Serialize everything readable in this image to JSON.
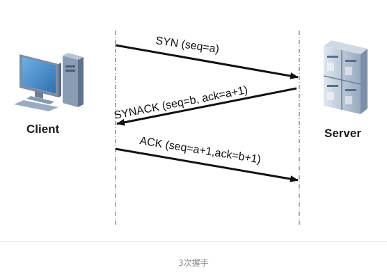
{
  "nodes": {
    "client": {
      "label": "Client",
      "icon": "desktop-computer-icon"
    },
    "server": {
      "label": "Server",
      "icon": "server-rack-icon"
    }
  },
  "messages": [
    {
      "label": "SYN (seq=a)",
      "direction": "client-to-server"
    },
    {
      "label": "SYNACK (seq=b, ack=a+1)",
      "direction": "server-to-client"
    },
    {
      "label": "ACK (seq=a+1,ack=b+1)",
      "direction": "client-to-server"
    }
  ],
  "caption": "3次握手",
  "colors": {
    "arrow": "#111111",
    "lifeline": "#555555",
    "caption": "#8a8a8a",
    "monitor_screen": "#3d86c6",
    "server_body": "#b4c2d3"
  }
}
